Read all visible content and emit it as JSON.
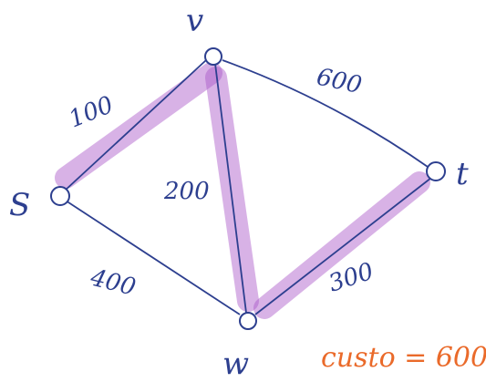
{
  "graph": {
    "nodes": {
      "s": {
        "label": "S"
      },
      "v": {
        "label": "v"
      },
      "t": {
        "label": "t"
      },
      "w": {
        "label": "w"
      }
    },
    "edges": {
      "sv": {
        "weight": "100",
        "highlighted": true
      },
      "vt": {
        "weight": "600",
        "highlighted": false
      },
      "vw": {
        "weight": "200",
        "highlighted": true
      },
      "sw": {
        "weight": "400",
        "highlighted": false
      },
      "wt": {
        "weight": "300",
        "highlighted": true
      }
    },
    "cost_note": "custo = 600"
  },
  "colors": {
    "ink": "#2d3f8f",
    "highlight": "#a855c7",
    "note": "#ea6a2a"
  }
}
